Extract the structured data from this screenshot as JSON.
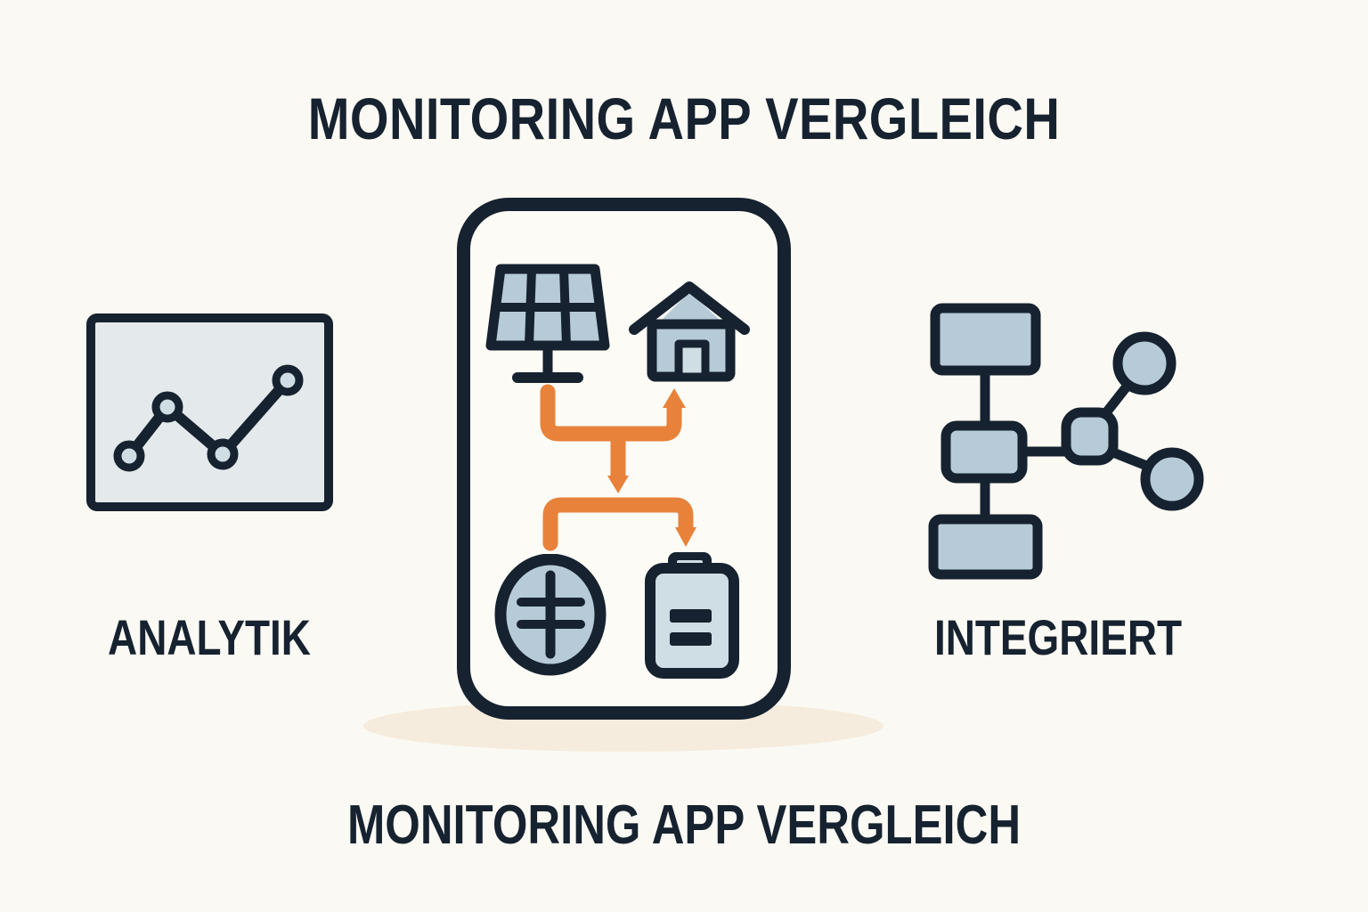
{
  "titles": {
    "top": "MONITORING APP VERGLEICH",
    "bottom": "MONITORING APP VERGLEICH"
  },
  "labels": {
    "left": "ANALYTIK",
    "right": "INTEGRIERT"
  },
  "icons": {
    "left_panel": "line-chart-icon",
    "right_panel": "flowchart-network-icon",
    "phone_screen": [
      "solar-panel-icon",
      "house-icon",
      "energy-flow-arrows-icon",
      "power-meter-icon",
      "battery-icon"
    ]
  },
  "colors": {
    "background": "#fbf9f3",
    "ink": "#16222f",
    "accent": "#e8823b",
    "panel_fill": "#e4e9eb",
    "icon_fill": "#b6cbd7",
    "icon_fill_light": "#cfdde4",
    "phone_fill": "#fdfbf6",
    "shadow": "#f5ecdd"
  }
}
